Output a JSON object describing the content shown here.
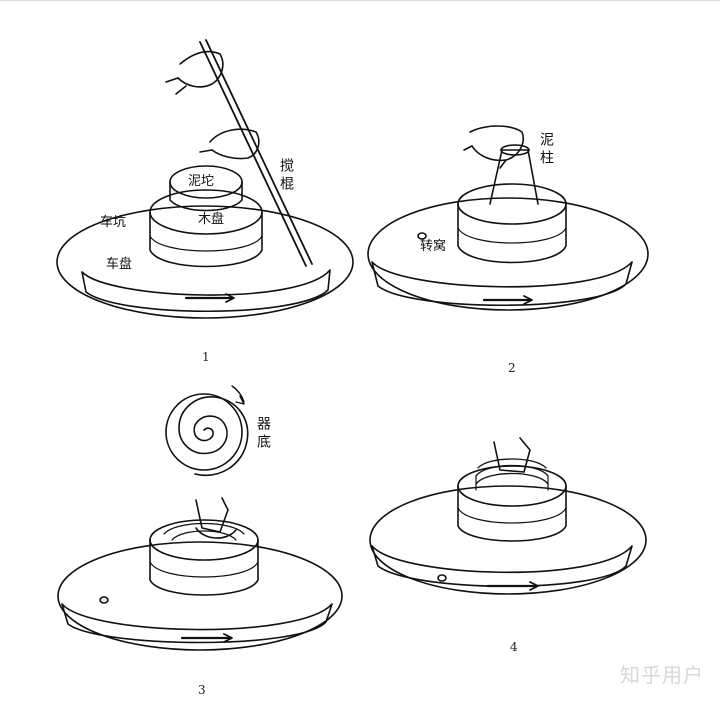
{
  "panels": [
    {
      "number": "1",
      "labels": {
        "clay_lump": "泥坨",
        "lever_stick": "搅棍",
        "wheel_pit": "车坑",
        "wooden_tray": "木盘",
        "wheel_disc": "车盘"
      }
    },
    {
      "number": "2",
      "labels": {
        "clay_column": "泥柱",
        "turning_socket": "转窝"
      }
    },
    {
      "number": "3",
      "labels": {
        "vessel_base": "器底"
      }
    },
    {
      "number": "4",
      "labels": {}
    }
  ],
  "watermark": "知乎用户"
}
